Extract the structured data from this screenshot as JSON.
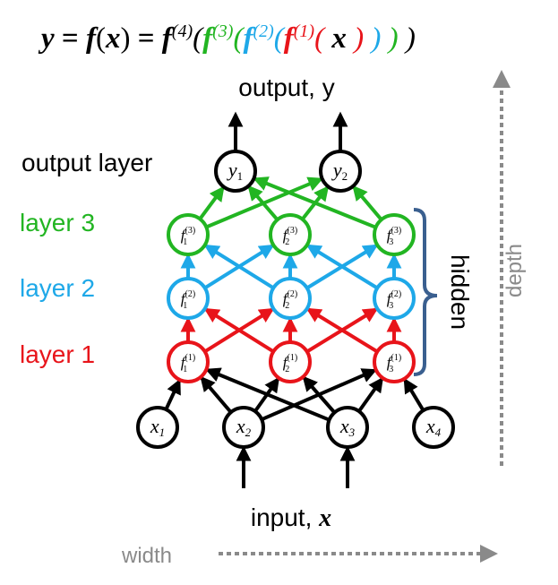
{
  "formula": {
    "lhs": "y",
    "eq1": " = ",
    "fx_f": "f",
    "fx_open": "(",
    "fx_x": "x",
    "fx_close": ")",
    "eq2": " = ",
    "f4": "f",
    "sup4": "(4)",
    "open4": "(",
    "f3": "f",
    "sup3": "(3)",
    "open3": "(",
    "f2": "f",
    "sup2": "(2)",
    "open2": "(",
    "f1": "f",
    "sup1": "(1)",
    "open1": "(",
    "x": " x ",
    "close1": ")",
    "close2": " )",
    "close3": " )",
    "close4": " )",
    "colors": {
      "black": "#000000",
      "green": "#22b522",
      "blue": "#1ea8e8",
      "red": "#e8141a"
    }
  },
  "labels": {
    "output_y": "output, y",
    "output_layer": "output layer",
    "layer3": "layer 3",
    "layer2": "layer 2",
    "layer1": "layer 1",
    "hidden": "hidden",
    "depth": "depth",
    "input_text": "input, ",
    "input_x": "x",
    "width": "width"
  },
  "nodes": {
    "output": [
      {
        "base": "y",
        "sub": "1"
      },
      {
        "base": "y",
        "sub": "2"
      }
    ],
    "layer3": [
      {
        "base": "f",
        "sub": "1",
        "sup": "(3)"
      },
      {
        "base": "f",
        "sub": "2",
        "sup": "(3)"
      },
      {
        "base": "f",
        "sub": "3",
        "sup": "(3)"
      }
    ],
    "layer2": [
      {
        "base": "f",
        "sub": "1",
        "sup": "(2)"
      },
      {
        "base": "f",
        "sub": "2",
        "sup": "(2)"
      },
      {
        "base": "f",
        "sub": "3",
        "sup": "(2)"
      }
    ],
    "layer1": [
      {
        "base": "f",
        "sub": "1",
        "sup": "(1)"
      },
      {
        "base": "f",
        "sub": "2",
        "sup": "(1)"
      },
      {
        "base": "f",
        "sub": "3",
        "sup": "(1)"
      }
    ],
    "input": [
      {
        "base": "x",
        "sub": "1"
      },
      {
        "base": "x",
        "sub": "2"
      },
      {
        "base": "x",
        "sub": "3"
      },
      {
        "base": "x",
        "sub": "4"
      }
    ]
  },
  "colors": {
    "output_nodes": "#000000",
    "layer3": "#22b522",
    "layer2": "#1ea8e8",
    "layer1": "#e8141a",
    "input_nodes": "#000000",
    "hidden_brace": "#3a5f8f",
    "axis_gray": "#8a8a8a"
  }
}
